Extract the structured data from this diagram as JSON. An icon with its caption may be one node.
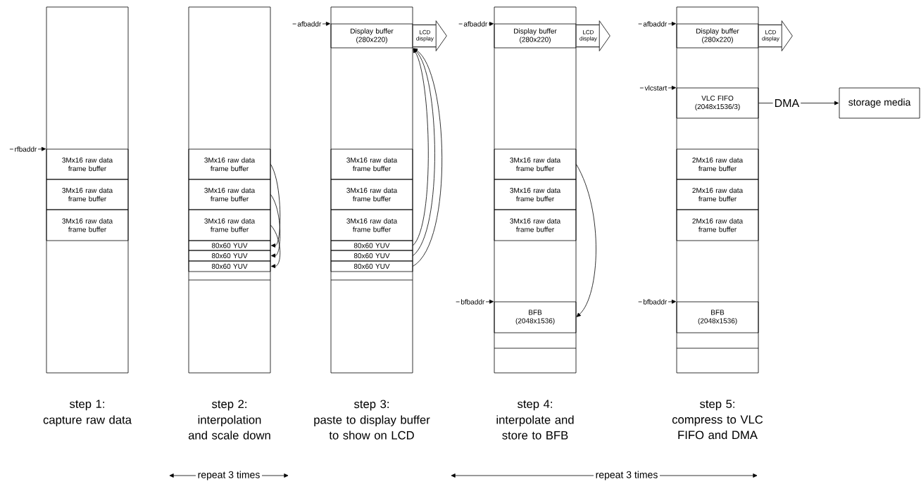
{
  "diagram": {
    "nodes": [
      {
        "text": [],
        "shape": "box",
        "beside": [
          "step 1:",
          "capture raw data"
        ]
      },
      {
        "text": [
          "3Mx16 raw data frame buffer"
        ],
        "in": 0
      },
      {
        "text": [
          "3Mx16 raw data frame buffer"
        ],
        "in": 0
      },
      {
        "text": [
          "3Mx16 raw data frame buffer"
        ],
        "in": 0
      },
      {
        "text": [],
        "shape": "box",
        "beside": [
          "step 2:",
          "interpolation and scale down"
        ]
      },
      {
        "text": [
          "3Mx16 raw data frame buffer"
        ],
        "in": 4
      },
      {
        "text": [
          "3Mx16 raw data frame buffer"
        ],
        "in": 4
      },
      {
        "text": [
          "3Mx16 raw data frame buffer"
        ],
        "in": 4
      },
      {
        "text": [
          "80x60 YUV"
        ],
        "in": 4
      },
      {
        "text": [
          "80x60 YUV"
        ],
        "in": 4
      },
      {
        "text": [
          "80x60 YUV"
        ],
        "in": 4
      },
      {
        "text": [],
        "shape": "box",
        "beside": [
          "step 3:",
          "paste to display buffer to show on LCD"
        ]
      },
      {
        "text": [
          "Display buffer (280x220)"
        ],
        "in": 11
      },
      {
        "text": [
          "3Mx16 raw data frame buffer"
        ],
        "in": 11
      },
      {
        "text": [
          "3Mx16 raw data frame buffer"
        ],
        "in": 11
      },
      {
        "text": [
          "3Mx16 raw data frame buffer"
        ],
        "in": 11
      },
      {
        "text": [
          "80x60 YUV"
        ],
        "in": 11
      },
      {
        "text": [
          "80x60 YUV"
        ],
        "in": 11
      },
      {
        "text": [
          "80x60 YUV"
        ],
        "in": 11
      },
      {
        "text": [],
        "shape": "box",
        "beside": [
          "step 4:",
          "interpolate and store to BFB"
        ]
      },
      {
        "text": [
          "Display buffer (280x220)"
        ],
        "in": 19
      },
      {
        "text": [
          "3Mx16 raw data frame buffer"
        ],
        "in": 19
      },
      {
        "text": [
          "3Mx16 raw data frame buffer"
        ],
        "in": 19
      },
      {
        "text": [
          "3Mx16 raw data frame buffer"
        ],
        "in": 19
      },
      {
        "text": [
          "BFB (2048x1536)"
        ],
        "in": 19
      },
      {
        "text": [],
        "shape": "box",
        "beside": [
          "step 5:",
          "compress to VLC FIFO and DMA"
        ]
      },
      {
        "text": [
          "Display buffer (280x220)"
        ],
        "in": 25
      },
      {
        "text": [
          "VLC FIFO (2048x1536/3)"
        ],
        "in": 25
      },
      {
        "text": [
          "2Mx16 raw data frame buffer"
        ],
        "in": 25
      },
      {
        "text": [
          "2Mx16 raw data frame buffer"
        ],
        "in": 25
      },
      {
        "text": [
          "2Mx16 raw data frame buffer"
        ],
        "in": 25
      },
      {
        "text": [
          "BFB (2048x1536)"
        ],
        "in": 25
      },
      {
        "text": [
          "storage media"
        ]
      },
      {
        "text": [
          "rfbaddr"
        ]
      },
      {
        "text": [
          "afbaddr"
        ]
      },
      {
        "text": [
          "afbaddr"
        ]
      },
      {
        "text": [
          "afbaddr"
        ]
      },
      {
        "text": [
          "vlcstart"
        ]
      },
      {
        "text": [
          "bfbaddr"
        ]
      },
      {
        "text": [
          "bfbaddr"
        ]
      }
    ],
    "edges": [
      {
        "from": 5,
        "to": 8,
        "arrow": "to"
      },
      {
        "from": 6,
        "to": 9,
        "arrow": "to"
      },
      {
        "from": 7,
        "to": 10,
        "arrow": "to"
      },
      {
        "from": 16,
        "to": 12,
        "arrow": "to"
      },
      {
        "from": 17,
        "to": 12,
        "arrow": "to"
      },
      {
        "from": 18,
        "to": 12,
        "arrow": "to"
      },
      {
        "from": 21,
        "to": 24,
        "arrow": "to"
      },
      {
        "from": 27,
        "to": 32,
        "arrow": "to",
        "label": "DMA"
      },
      {
        "from": 33,
        "to": 1,
        "arrow": "to"
      },
      {
        "from": 34,
        "to": 12,
        "arrow": "to"
      },
      {
        "from": 35,
        "to": 20,
        "arrow": "to"
      },
      {
        "from": 36,
        "to": 26,
        "arrow": "to"
      },
      {
        "from": 37,
        "to": 27,
        "arrow": "to"
      },
      {
        "from": 38,
        "to": 24,
        "arrow": "to"
      },
      {
        "from": 39,
        "to": 31,
        "arrow": "to"
      },
      {
        "from": 12,
        "to": null,
        "arrow": "to",
        "style": "thick",
        "label": "LCD display"
      },
      {
        "from": 20,
        "to": null,
        "arrow": "to",
        "style": "thick",
        "label": "LCD display"
      },
      {
        "from": 26,
        "to": null,
        "arrow": "to",
        "style": "thick",
        "label": "LCD display"
      }
    ],
    "labels": [
      "repeat 3 times",
      "repeat 3 times"
    ]
  }
}
